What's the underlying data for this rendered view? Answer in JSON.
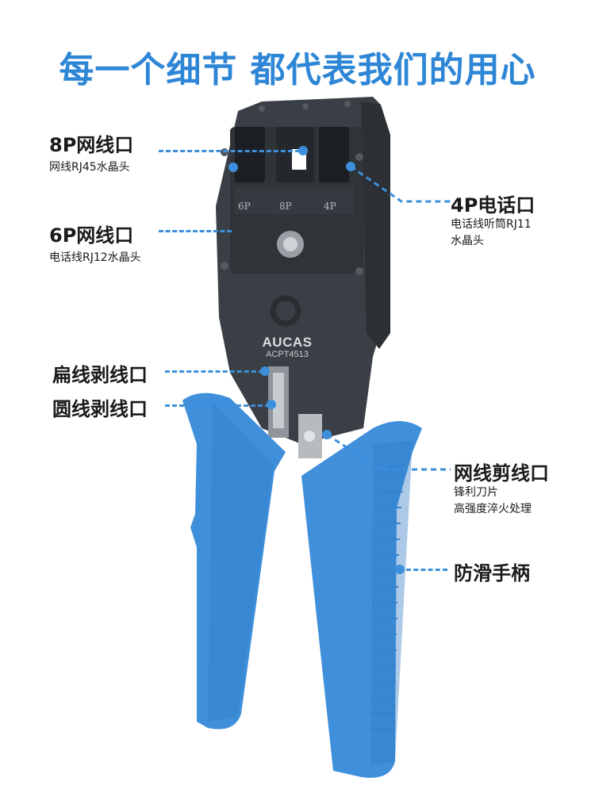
{
  "headline": "每一个细节 都代表我们的用心",
  "tool": {
    "brand": "AUCAS",
    "model": "ACPT4513",
    "slot_labels": [
      "6P",
      "8P",
      "4P"
    ]
  },
  "callouts": {
    "p8": {
      "title": "8P网线口",
      "desc": "网线RJ45水晶头"
    },
    "p6": {
      "title": "6P网线口",
      "desc": "电话线RJ12水晶头"
    },
    "p4": {
      "title": "4P电话口",
      "desc_lines": [
        "电话线听筒RJ11",
        "水晶头"
      ]
    },
    "flat_strip": {
      "title": "扁线剥线口"
    },
    "round_strip": {
      "title": "圆线剥线口"
    },
    "cutter": {
      "title": "网线剪线口",
      "desc_lines": [
        "锋利刀片",
        "高强度淬火处理"
      ]
    },
    "grip": {
      "title": "防滑手柄"
    }
  },
  "colors": {
    "accent": "#2e86d6",
    "handle": "#3f8fdb",
    "metal": "#3a3f45"
  }
}
